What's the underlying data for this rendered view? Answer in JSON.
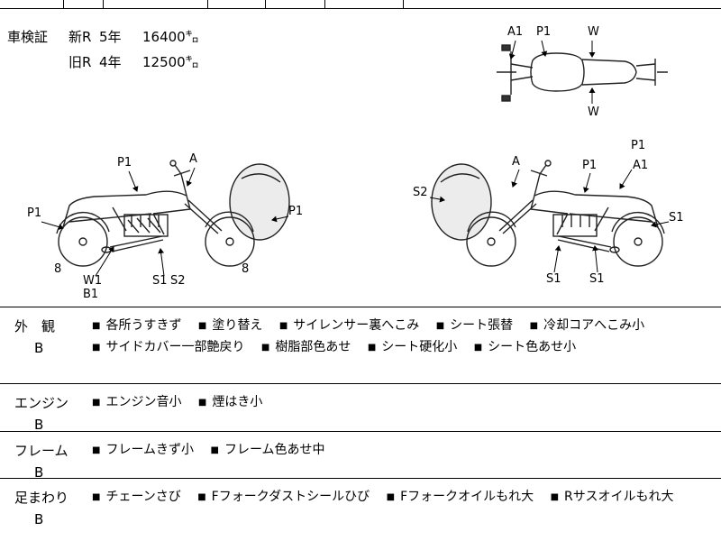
{
  "ui": {
    "bullet": "■"
  },
  "cert": {
    "title": "車検証",
    "rows": [
      {
        "era": "新R",
        "year": "5年",
        "distance": "16400㌔"
      },
      {
        "era": "旧R",
        "year": "4年",
        "distance": "12500㌔"
      }
    ]
  },
  "diagrams": {
    "top_view": {
      "labels": {
        "a1": "A1",
        "p1": "P1",
        "w_top": "W",
        "w_bottom": "W"
      }
    },
    "left_view": {
      "labels": {
        "p1_top": "P1",
        "a": "A",
        "p1_left": "P1",
        "p1_right": "P1",
        "size_rear": "8",
        "w1": "W1",
        "b1": "B1",
        "s1": "S1",
        "s2": "S2",
        "size_front": "8"
      }
    },
    "right_view": {
      "labels": {
        "s2": "S2",
        "a": "A",
        "p1_top": "P1",
        "p1_right": "P1",
        "a1_right": "A1",
        "s1_right": "S1",
        "s1_bottom_1": "S1",
        "s1_bottom_2": "S1"
      }
    }
  },
  "condition": {
    "rows": [
      {
        "category": "外　観",
        "grade": "B",
        "items": [
          "各所うすきず",
          "塗り替え",
          "サイレンサー裏へこみ",
          "シート張替",
          "冷却コアへこみ小",
          "サイドカバー一部艶戻り",
          "樹脂部色あせ",
          "シート硬化小",
          "シート色あせ小"
        ]
      },
      {
        "category": "エンジン",
        "grade": "B",
        "items": [
          "エンジン音小",
          "煙はき小"
        ]
      },
      {
        "category": "フレーム",
        "grade": "B",
        "items": [
          "フレームきず小",
          "フレーム色あせ中"
        ]
      },
      {
        "category": "足まわり",
        "grade": "B",
        "items": [
          "チェーンさび",
          "Fフォークダストシールひび",
          "Fフォークオイルもれ大",
          "Rサスオイルもれ大"
        ]
      }
    ]
  }
}
